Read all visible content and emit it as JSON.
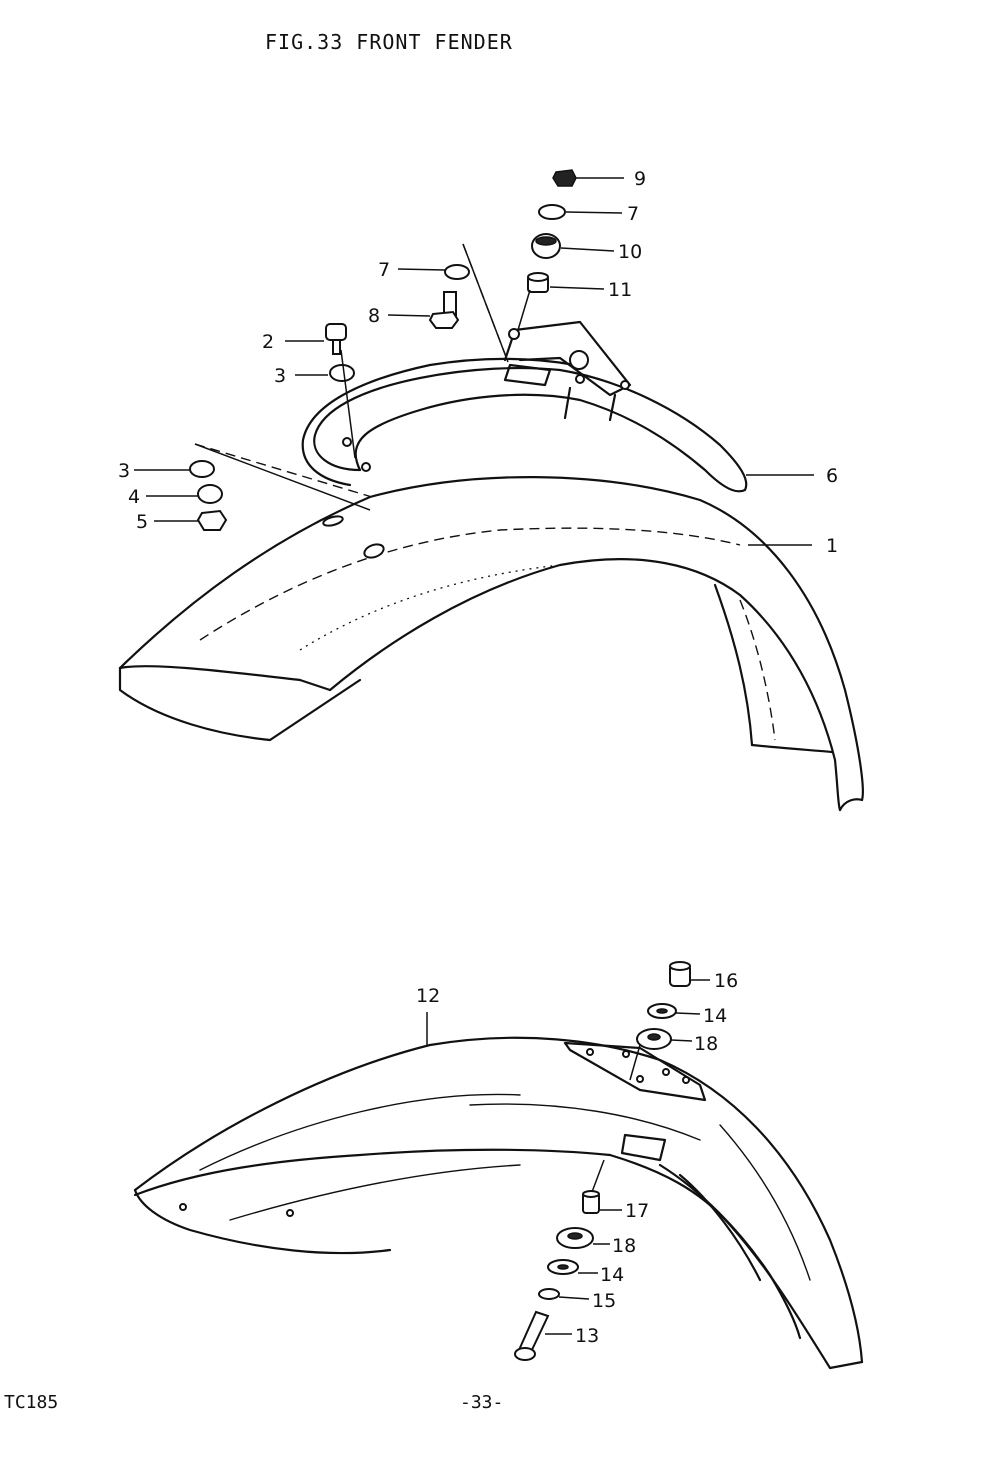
{
  "title": "FIG.33  FRONT FENDER",
  "footer": {
    "model": "TC185",
    "page": "-33-"
  },
  "callouts": {
    "c1": "1",
    "c2": "2",
    "c3a": "3",
    "c3b": "3",
    "c4": "4",
    "c5": "5",
    "c6": "6",
    "c7a": "7",
    "c7b": "7",
    "c8": "8",
    "c9": "9",
    "c10": "10",
    "c11": "11",
    "c12": "12",
    "c13": "13",
    "c14a": "14",
    "c14b": "14",
    "c15": "15",
    "c16": "16",
    "c17": "17",
    "c18a": "18",
    "c18b": "18"
  }
}
